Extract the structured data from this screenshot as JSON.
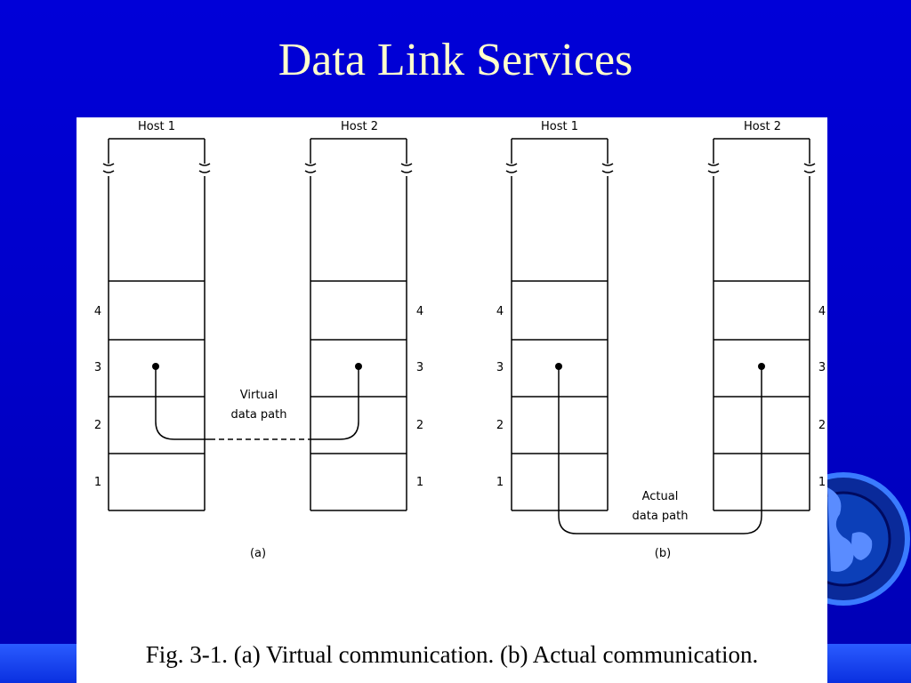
{
  "slide": {
    "title": "Data Link Services"
  },
  "figure": {
    "caption": "Fig. 3-1. (a) Virtual communication. (b) Actual communication.",
    "panel_a": {
      "host_left": "Host 1",
      "host_right": "Host 2",
      "layer_labels": [
        "4",
        "3",
        "2",
        "1"
      ],
      "path_label_line1": "Virtual",
      "path_label_line2": "data path",
      "sub_label": "(a)"
    },
    "panel_b": {
      "host_left": "Host 1",
      "host_right": "Host 2",
      "layer_labels": [
        "4",
        "3",
        "2",
        "1"
      ],
      "path_label_line1": "Actual",
      "path_label_line2": "data path",
      "sub_label": "(b)"
    }
  },
  "colors": {
    "background": "#0000cc",
    "title": "#ffffcc",
    "band": "#2a5cff"
  }
}
